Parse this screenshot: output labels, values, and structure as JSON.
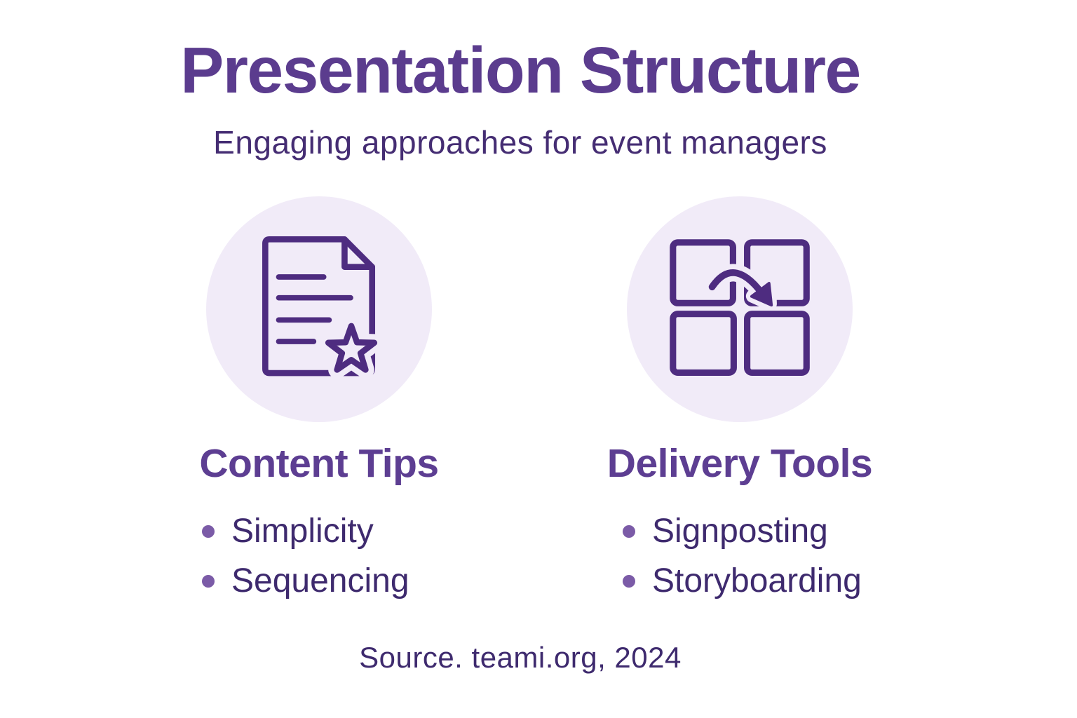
{
  "infographic": {
    "title": "Presentation Structure",
    "subtitle": "Engaging approaches for event managers",
    "source": "Source. teami.org, 2024",
    "columns": [
      {
        "icon": "document-star-icon",
        "heading": "Content Tips",
        "bullets": [
          "Simplicity",
          "Sequencing"
        ]
      },
      {
        "icon": "grid-arrow-icon",
        "heading": "Delivery Tools",
        "bullets": [
          "Signposting",
          "Storyboarding"
        ]
      }
    ],
    "colors": {
      "title": "#5b3c8e",
      "heading": "#5d3e92",
      "body_text": "#3e2a6e",
      "bullet_dot": "#7b5ba7",
      "icon_stroke": "#4e2c80",
      "icon_circle_bg": "#f1ebf8",
      "background": "#ffffff"
    }
  }
}
